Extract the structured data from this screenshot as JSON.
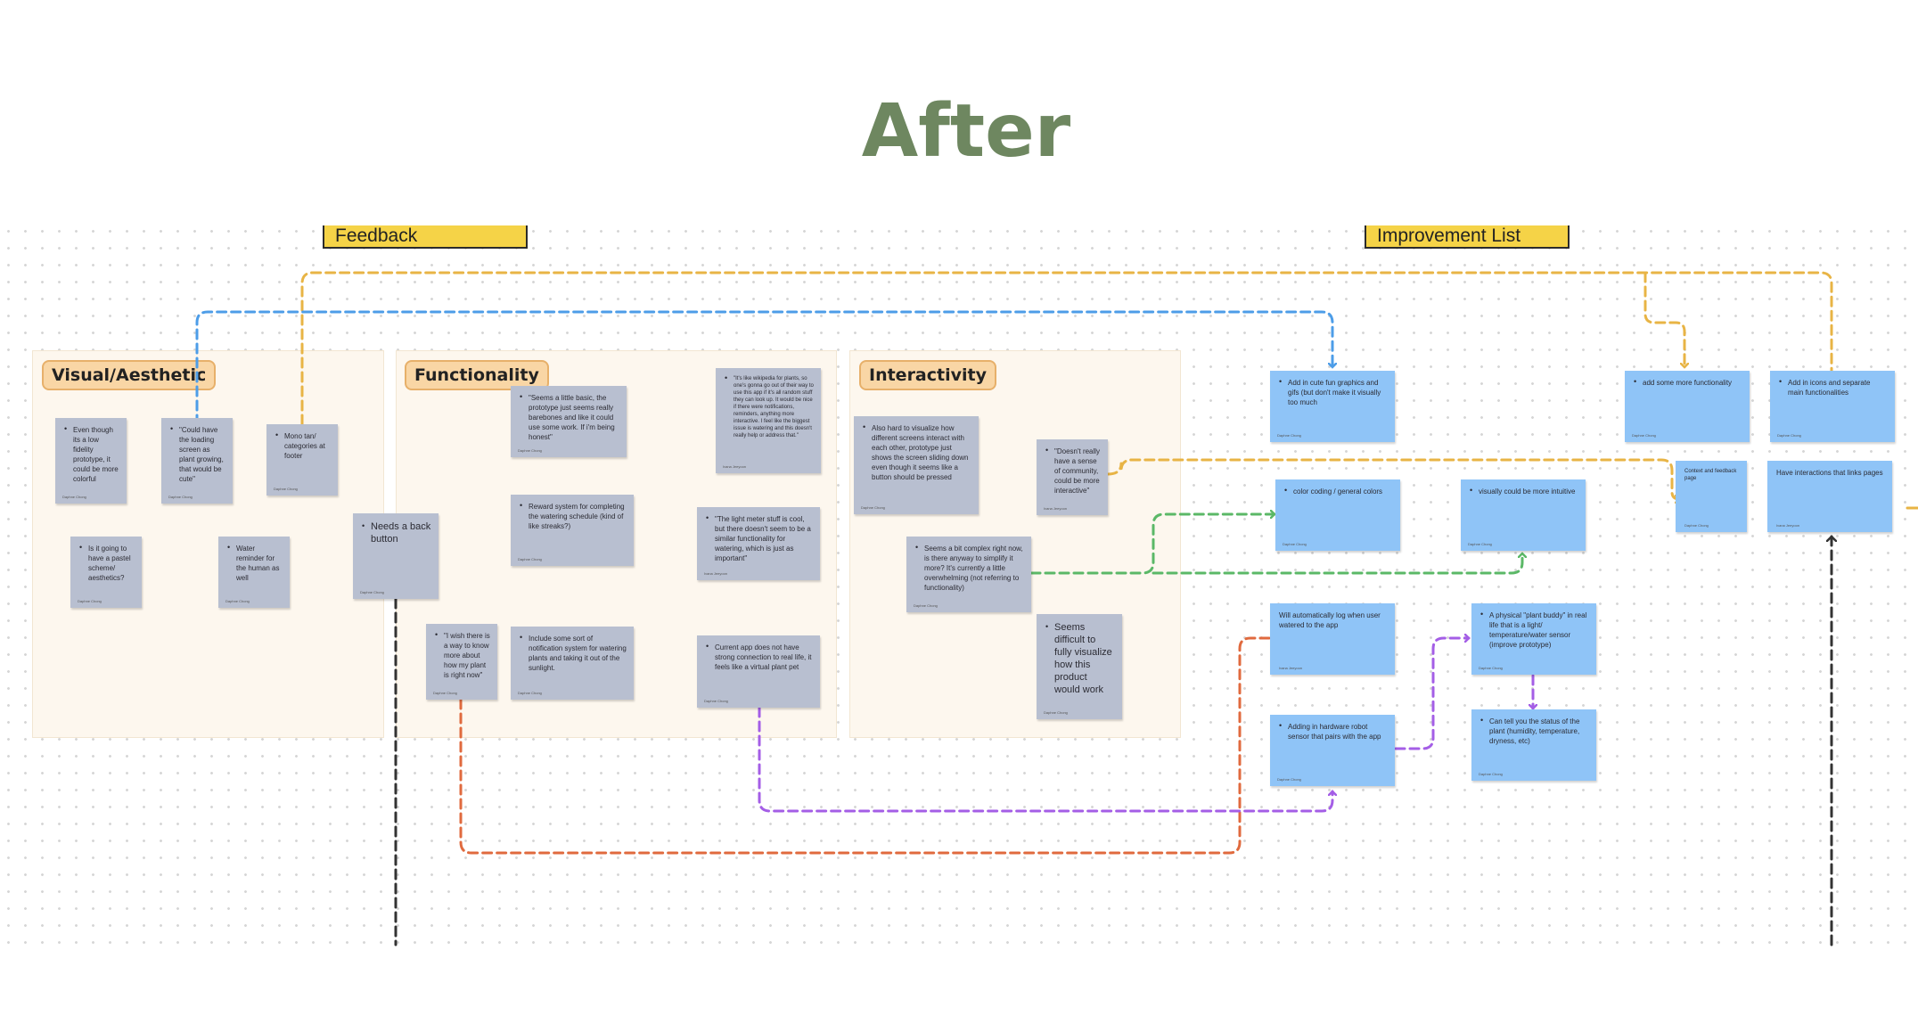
{
  "title": "After",
  "headers": {
    "feedback": "Feedback",
    "improvement": "Improvement List"
  },
  "sections": {
    "visual": "Visual/Aesthetic",
    "functionality": "Functionality",
    "interactivity": "Interactivity"
  },
  "notes": {
    "v1": "Even though its a low fidelity prototype, it could be more colorful",
    "v2": "\"Could have the loading screen as plant growing, that would be cute\"",
    "v3": "Mono tan/ categories at footer",
    "v4": "Is it going to have a pastel scheme/ aesthetics?",
    "v5": "Water reminder for the human as well",
    "back": "Needs a back button",
    "f1": "\"Seems a little basic, the prototype just seems really barebones and like it could use some work. If i'm being honest\"",
    "f2": "Reward system for completing the watering schedule (kind of like streaks?)",
    "f3": "\"I wish there is a way to know more about how my plant is right now\"",
    "f4": "Include some sort of notification system for watering plants and taking it out of the sunlight.",
    "f5": "\"It's like wikipedia for plants, so one's gonna go out of their way to use this app if it's all random stuff they can look up. It would be nice if there were notifications, reminders, anything more interactive. I feel like the biggest issue is watering and this doesn't really help or address that.\"",
    "f6": "\"The light meter stuff is cool, but there doesn't seem to be a similar functionality for watering, which is just as important\"",
    "f7": "Current app does not have strong connection to real life, it feels like a virtual plant pet",
    "i1": "Also hard to visualize how different screens interact with each other, prototype just shows the screen sliding down even though it seems like a button should be pressed",
    "i2": "\"Doesn't really have a sense of community, could be more interactive\"",
    "i3": "Seems a bit complex right now, is there anyway to simplify it more? It's currently a little overwhelming (not referring to functionality)",
    "i4": "Seems difficult to fully visualize how this product would work",
    "b1": "Add in cute fun graphics and gifs (but don't make it visually too much",
    "b2": "color coding / general colors",
    "b3": "visually could be more intuitive",
    "b4": "Will automatically log when user watered to the app",
    "b5": "Adding in hardware robot sensor that pairs with the app",
    "b6": "A physical \"plant buddy\" in real life that is a light/ temperature/water sensor (improve prototype)",
    "b7": "Can tell you the status of the plant (humidity, temperature, dryness, etc)",
    "b8": "add some more functionality",
    "b9": "Add in icons and separate main functionalities",
    "b10": "Context and feedback page",
    "b11": "Have interactions that links pages"
  },
  "authors": {
    "a1": "Daphne Chong",
    "a2": "Ivana Jeeyoon"
  },
  "colors": {
    "title": "#6e8760",
    "header_fill": "#f5d347",
    "grey_note": "#b8bfd0",
    "blue_note": "#8fc4f7",
    "line_orange": "#e8b445",
    "line_blue": "#4d9de8",
    "line_green": "#5bb867",
    "line_red": "#e06a3e",
    "line_purple": "#a45ee6",
    "line_black": "#333333"
  }
}
